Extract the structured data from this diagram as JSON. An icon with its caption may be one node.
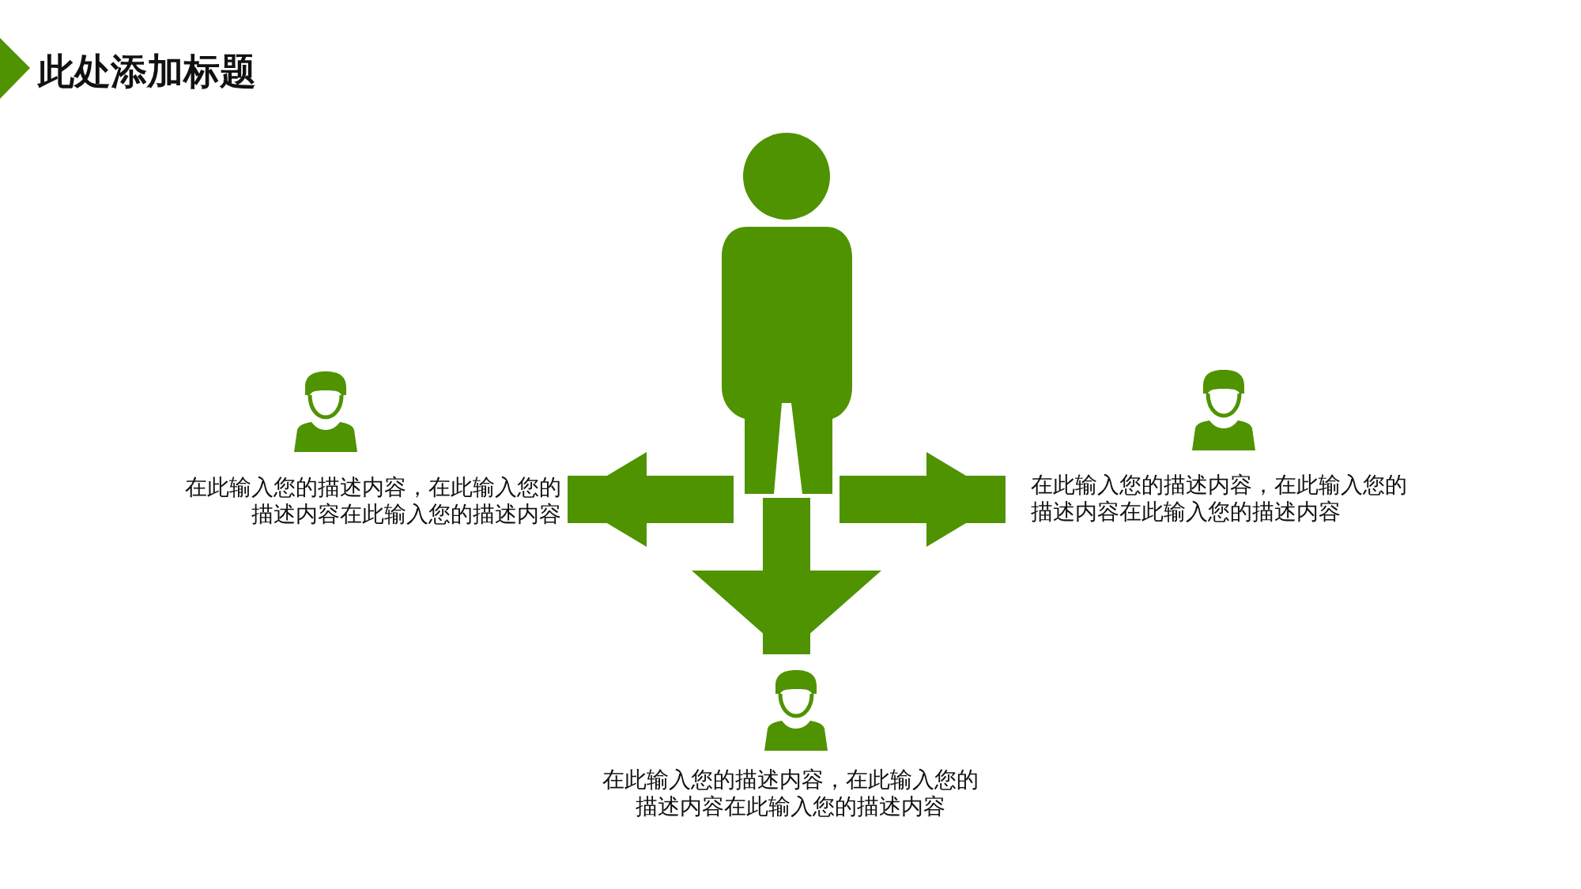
{
  "diagram": {
    "title": "此处添加标题",
    "nodes": [
      {
        "text": [],
        "shape": "person"
      },
      {
        "text": [
          "在此输入您的描述内容，在此输入您的描述内容在此输入您的描述内容"
        ]
      },
      {
        "text": [
          "在此输入您的描述内容，在此输入您的描述内容在此输入您的描述内容"
        ]
      },
      {
        "text": [
          "在此输入您的描述内容，在此输入您的描述内容在此输入您的描述内容"
        ]
      }
    ],
    "edges": [
      {
        "from": 0,
        "to": 1,
        "arrow": "to"
      },
      {
        "from": 0,
        "to": 2,
        "arrow": "to"
      },
      {
        "from": 0,
        "to": 3,
        "arrow": "to"
      }
    ]
  }
}
